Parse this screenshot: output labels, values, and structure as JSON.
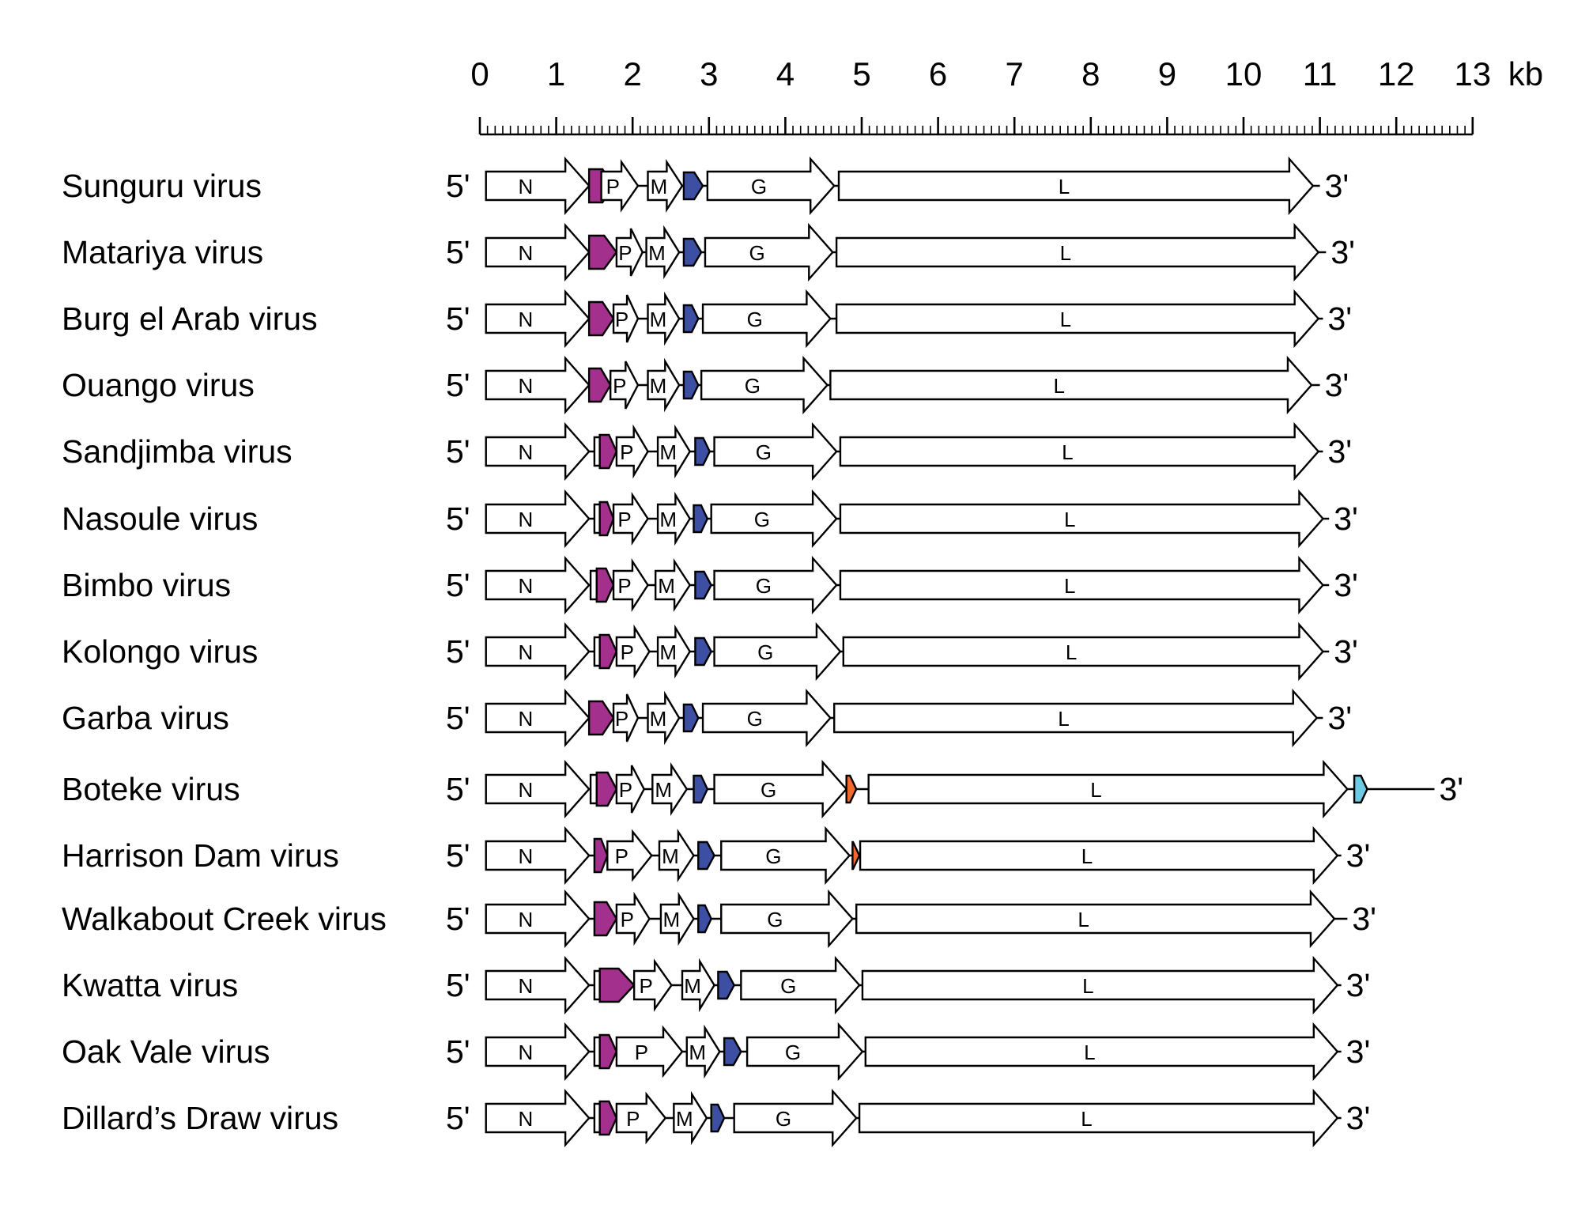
{
  "diagram": {
    "scale": {
      "ticks": [
        "0",
        "1",
        "2",
        "3",
        "4",
        "5",
        "6",
        "7",
        "8",
        "9",
        "10",
        "11",
        "12",
        "13"
      ],
      "unit": "kb"
    },
    "end_labels": {
      "five_prime": "5'",
      "three_prime": "3'"
    },
    "colors": {
      "outline": "#000000",
      "white": "#ffffff",
      "magenta": "#a2308c",
      "blue": "#3c4fa3",
      "orange": "#ee6a2d",
      "cyan": "#6fcbe3"
    },
    "genomes": [
      {
        "name": "Sunguru virus",
        "genes": [
          {
            "label": "N",
            "start": 0.08,
            "end": 1.43
          },
          {
            "label": "",
            "start": 1.43,
            "end": 1.75,
            "color": "magenta"
          },
          {
            "label": "P",
            "start": 1.59,
            "end": 2.07
          },
          {
            "label": "M",
            "start": 2.2,
            "end": 2.65
          },
          {
            "label": "",
            "start": 2.67,
            "end": 2.92,
            "color": "blue"
          },
          {
            "label": "G",
            "start": 2.98,
            "end": 4.64
          },
          {
            "label": "L",
            "start": 4.7,
            "end": 10.91
          }
        ],
        "end": 11.0
      },
      {
        "name": "Matariya virus",
        "genes": [
          {
            "label": "N",
            "start": 0.08,
            "end": 1.43
          },
          {
            "label": "",
            "start": 1.43,
            "end": 1.79,
            "color": "magenta"
          },
          {
            "label": "P",
            "start": 1.79,
            "end": 2.13
          },
          {
            "label": "M",
            "start": 2.18,
            "end": 2.61
          },
          {
            "label": "",
            "start": 2.67,
            "end": 2.9,
            "color": "blue"
          },
          {
            "label": "G",
            "start": 2.95,
            "end": 4.62
          },
          {
            "label": "L",
            "start": 4.67,
            "end": 10.98
          }
        ],
        "end": 11.08
      },
      {
        "name": "Burg el Arab virus",
        "genes": [
          {
            "label": "N",
            "start": 0.08,
            "end": 1.43
          },
          {
            "label": "",
            "start": 1.43,
            "end": 1.75,
            "color": "magenta"
          },
          {
            "label": "P",
            "start": 1.75,
            "end": 2.07
          },
          {
            "label": "M",
            "start": 2.2,
            "end": 2.61
          },
          {
            "label": "",
            "start": 2.67,
            "end": 2.86,
            "color": "blue"
          },
          {
            "label": "G",
            "start": 2.92,
            "end": 4.59
          },
          {
            "label": "L",
            "start": 4.67,
            "end": 10.98
          }
        ],
        "end": 11.04
      },
      {
        "name": "Ouango virus",
        "genes": [
          {
            "label": "N",
            "start": 0.08,
            "end": 1.43
          },
          {
            "label": "",
            "start": 1.43,
            "end": 1.71,
            "color": "magenta"
          },
          {
            "label": "P",
            "start": 1.71,
            "end": 2.07
          },
          {
            "label": "M",
            "start": 2.2,
            "end": 2.61
          },
          {
            "label": "",
            "start": 2.67,
            "end": 2.86,
            "color": "blue"
          },
          {
            "label": "G",
            "start": 2.9,
            "end": 4.55
          },
          {
            "label": "L",
            "start": 4.59,
            "end": 10.89
          }
        ],
        "end": 11.0
      },
      {
        "name": "Sandjimba virus",
        "genes": [
          {
            "label": "N",
            "start": 0.08,
            "end": 1.43
          },
          {
            "label": "",
            "start": 1.5,
            "end": 1.57
          },
          {
            "label": "",
            "start": 1.57,
            "end": 1.79,
            "color": "magenta"
          },
          {
            "label": "P",
            "start": 1.79,
            "end": 2.2
          },
          {
            "label": "M",
            "start": 2.33,
            "end": 2.75
          },
          {
            "label": "",
            "start": 2.82,
            "end": 3.01,
            "color": "blue"
          },
          {
            "label": "G",
            "start": 3.07,
            "end": 4.67
          },
          {
            "label": "L",
            "start": 4.72,
            "end": 10.98
          }
        ],
        "end": 11.04
      },
      {
        "name": "Nasoule virus",
        "genes": [
          {
            "label": "N",
            "start": 0.08,
            "end": 1.43
          },
          {
            "label": "",
            "start": 1.5,
            "end": 1.57
          },
          {
            "label": "",
            "start": 1.57,
            "end": 1.75,
            "color": "magenta"
          },
          {
            "label": "P",
            "start": 1.75,
            "end": 2.2
          },
          {
            "label": "M",
            "start": 2.33,
            "end": 2.75
          },
          {
            "label": "",
            "start": 2.8,
            "end": 2.98,
            "color": "blue"
          },
          {
            "label": "G",
            "start": 3.03,
            "end": 4.67
          },
          {
            "label": "L",
            "start": 4.72,
            "end": 11.04
          }
        ],
        "end": 11.12
      },
      {
        "name": "Bimbo virus",
        "genes": [
          {
            "label": "N",
            "start": 0.08,
            "end": 1.43
          },
          {
            "label": "",
            "start": 1.45,
            "end": 1.53
          },
          {
            "label": "",
            "start": 1.53,
            "end": 1.75,
            "color": "magenta"
          },
          {
            "label": "P",
            "start": 1.75,
            "end": 2.2
          },
          {
            "label": "M",
            "start": 2.3,
            "end": 2.75
          },
          {
            "label": "",
            "start": 2.82,
            "end": 3.03,
            "color": "blue"
          },
          {
            "label": "G",
            "start": 3.07,
            "end": 4.67
          },
          {
            "label": "L",
            "start": 4.72,
            "end": 11.04
          }
        ],
        "end": 11.12
      },
      {
        "name": "Kolongo virus",
        "genes": [
          {
            "label": "N",
            "start": 0.08,
            "end": 1.43
          },
          {
            "label": "",
            "start": 1.5,
            "end": 1.57
          },
          {
            "label": "",
            "start": 1.57,
            "end": 1.79,
            "color": "magenta"
          },
          {
            "label": "P",
            "start": 1.79,
            "end": 2.22
          },
          {
            "label": "M",
            "start": 2.33,
            "end": 2.75
          },
          {
            "label": "",
            "start": 2.82,
            "end": 3.03,
            "color": "blue"
          },
          {
            "label": "G",
            "start": 3.07,
            "end": 4.72
          },
          {
            "label": "L",
            "start": 4.76,
            "end": 11.04
          }
        ],
        "end": 11.12
      },
      {
        "name": "Garba virus",
        "genes": [
          {
            "label": "N",
            "start": 0.08,
            "end": 1.43
          },
          {
            "label": "",
            "start": 1.43,
            "end": 1.75,
            "color": "magenta"
          },
          {
            "label": "P",
            "start": 1.75,
            "end": 2.07
          },
          {
            "label": "M",
            "start": 2.2,
            "end": 2.61
          },
          {
            "label": "",
            "start": 2.67,
            "end": 2.86,
            "color": "blue"
          },
          {
            "label": "G",
            "start": 2.92,
            "end": 4.59
          },
          {
            "label": "L",
            "start": 4.64,
            "end": 10.96
          }
        ],
        "end": 11.04
      },
      {
        "name": "Boteke virus",
        "genes": [
          {
            "label": "N",
            "start": 0.08,
            "end": 1.43
          },
          {
            "label": "",
            "start": 1.45,
            "end": 1.53
          },
          {
            "label": "",
            "start": 1.53,
            "end": 1.79,
            "color": "magenta"
          },
          {
            "label": "P",
            "start": 1.79,
            "end": 2.15
          },
          {
            "label": "M",
            "start": 2.26,
            "end": 2.71
          },
          {
            "label": "",
            "start": 2.8,
            "end": 2.98,
            "color": "blue"
          },
          {
            "label": "G",
            "start": 3.07,
            "end": 4.8
          },
          {
            "label": "",
            "start": 4.8,
            "end": 4.93,
            "color": "orange"
          },
          {
            "label": "L",
            "start": 5.09,
            "end": 11.36
          },
          {
            "label": "",
            "start": 11.45,
            "end": 11.62,
            "color": "cyan"
          }
        ],
        "end": 12.5
      },
      {
        "name": "Harrison Dam virus",
        "genes": [
          {
            "label": "N",
            "start": 0.08,
            "end": 1.43
          },
          {
            "label": "",
            "start": 1.5,
            "end": 1.67,
            "color": "magenta"
          },
          {
            "label": "P",
            "start": 1.67,
            "end": 2.25
          },
          {
            "label": "M",
            "start": 2.35,
            "end": 2.8
          },
          {
            "label": "",
            "start": 2.86,
            "end": 3.07,
            "color": "blue"
          },
          {
            "label": "G",
            "start": 3.16,
            "end": 4.84
          },
          {
            "label": "",
            "start": 4.88,
            "end": 4.97,
            "color": "orange"
          },
          {
            "label": "L",
            "start": 4.98,
            "end": 11.23
          }
        ],
        "end": 11.28
      },
      {
        "name": "Walkabout Creek virus",
        "genes": [
          {
            "label": "N",
            "start": 0.08,
            "end": 1.43
          },
          {
            "label": "",
            "start": 1.5,
            "end": 1.79,
            "color": "magenta"
          },
          {
            "label": "P",
            "start": 1.79,
            "end": 2.22
          },
          {
            "label": "M",
            "start": 2.37,
            "end": 2.8
          },
          {
            "label": "",
            "start": 2.86,
            "end": 3.03,
            "color": "blue"
          },
          {
            "label": "G",
            "start": 3.16,
            "end": 4.88
          },
          {
            "label": "L",
            "start": 4.93,
            "end": 11.19
          }
        ],
        "end": 11.36
      },
      {
        "name": "Kwatta virus",
        "genes": [
          {
            "label": "N",
            "start": 0.08,
            "end": 1.43
          },
          {
            "label": "",
            "start": 1.5,
            "end": 1.57
          },
          {
            "label": "",
            "start": 1.57,
            "end": 2.02,
            "color": "magenta"
          },
          {
            "label": "P",
            "start": 2.02,
            "end": 2.51
          },
          {
            "label": "M",
            "start": 2.65,
            "end": 3.07
          },
          {
            "label": "",
            "start": 3.12,
            "end": 3.33,
            "color": "blue"
          },
          {
            "label": "G",
            "start": 3.42,
            "end": 4.97
          },
          {
            "label": "L",
            "start": 5.01,
            "end": 11.23
          }
        ],
        "end": 11.28
      },
      {
        "name": "Oak Vale virus",
        "genes": [
          {
            "label": "N",
            "start": 0.08,
            "end": 1.43
          },
          {
            "label": "",
            "start": 1.5,
            "end": 1.57
          },
          {
            "label": "",
            "start": 1.57,
            "end": 1.79,
            "color": "magenta"
          },
          {
            "label": "P",
            "start": 1.79,
            "end": 2.65
          },
          {
            "label": "M",
            "start": 2.71,
            "end": 3.14
          },
          {
            "label": "",
            "start": 3.2,
            "end": 3.42,
            "color": "blue"
          },
          {
            "label": "G",
            "start": 3.5,
            "end": 5.01
          },
          {
            "label": "L",
            "start": 5.05,
            "end": 11.23
          }
        ],
        "end": 11.28
      },
      {
        "name": "Dillard’s Draw virus",
        "genes": [
          {
            "label": "N",
            "start": 0.08,
            "end": 1.43
          },
          {
            "label": "",
            "start": 1.5,
            "end": 1.57
          },
          {
            "label": "",
            "start": 1.57,
            "end": 1.79,
            "color": "magenta"
          },
          {
            "label": "P",
            "start": 1.79,
            "end": 2.43
          },
          {
            "label": "M",
            "start": 2.54,
            "end": 2.97
          },
          {
            "label": "",
            "start": 3.03,
            "end": 3.2,
            "color": "blue"
          },
          {
            "label": "G",
            "start": 3.33,
            "end": 4.93
          },
          {
            "label": "L",
            "start": 4.97,
            "end": 11.23
          }
        ],
        "end": 11.28
      }
    ]
  }
}
